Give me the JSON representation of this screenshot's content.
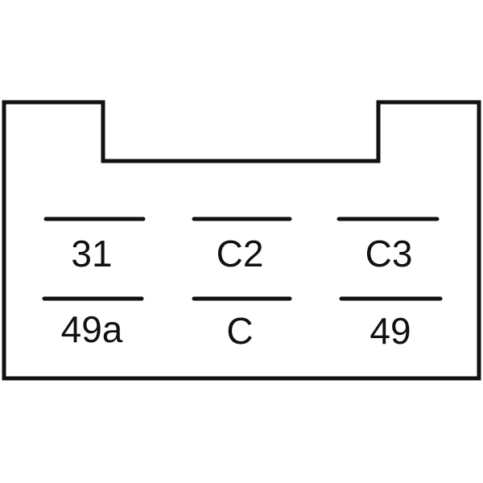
{
  "connector": {
    "rows": [
      {
        "pins": [
          {
            "label": "31"
          },
          {
            "label": "C2"
          },
          {
            "label": "C3"
          }
        ]
      },
      {
        "pins": [
          {
            "label": "49a"
          },
          {
            "label": "C"
          },
          {
            "label": "49"
          }
        ]
      }
    ]
  }
}
